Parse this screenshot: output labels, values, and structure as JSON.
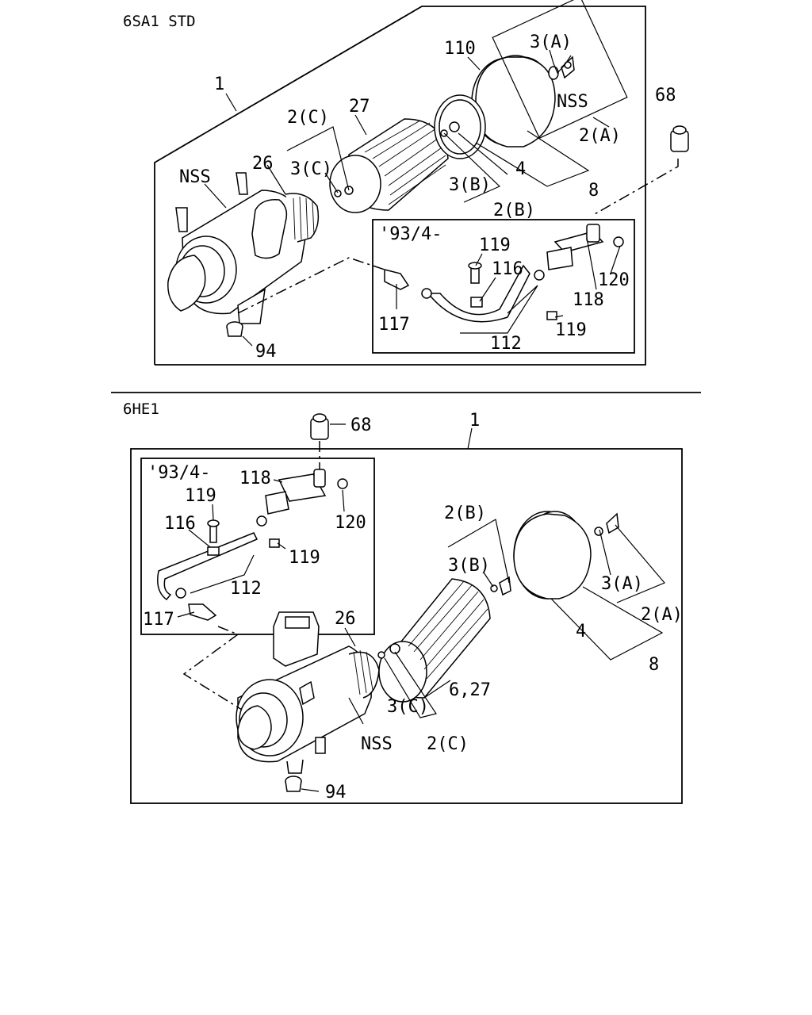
{
  "sections": [
    {
      "title": "6SA1 STD",
      "inset_title": "'93/4-",
      "labels": {
        "assembly": "1",
        "p110": "110",
        "p3a": "3(A)",
        "nss_top": "NSS",
        "p68": "68",
        "p2c": "2(C)",
        "p27": "27",
        "p2a": "2(A)",
        "p26": "26",
        "p3c": "3(C)",
        "nss_left": "NSS",
        "p4": "4",
        "p3b": "3(B)",
        "p8": "8",
        "p2b": "2(B)",
        "p119a": "119",
        "p116": "116",
        "p120": "120",
        "p118": "118",
        "p117": "117",
        "p112": "112",
        "p119b": "119",
        "p94": "94"
      }
    },
    {
      "title": "6HE1",
      "inset_title": "'93/4-",
      "labels": {
        "p68": "68",
        "assembly": "1",
        "p118": "118",
        "p119a": "119",
        "p120": "120",
        "p116": "116",
        "p119b": "119",
        "p112": "112",
        "p117": "117",
        "p2b": "2(B)",
        "p3b": "3(B)",
        "p3a": "3(A)",
        "p2a": "2(A)",
        "p26": "26",
        "p4": "4",
        "p8": "8",
        "p627": "6,27",
        "p3c": "3(C)",
        "nss": "NSS",
        "p2c": "2(C)",
        "p94": "94"
      }
    }
  ]
}
